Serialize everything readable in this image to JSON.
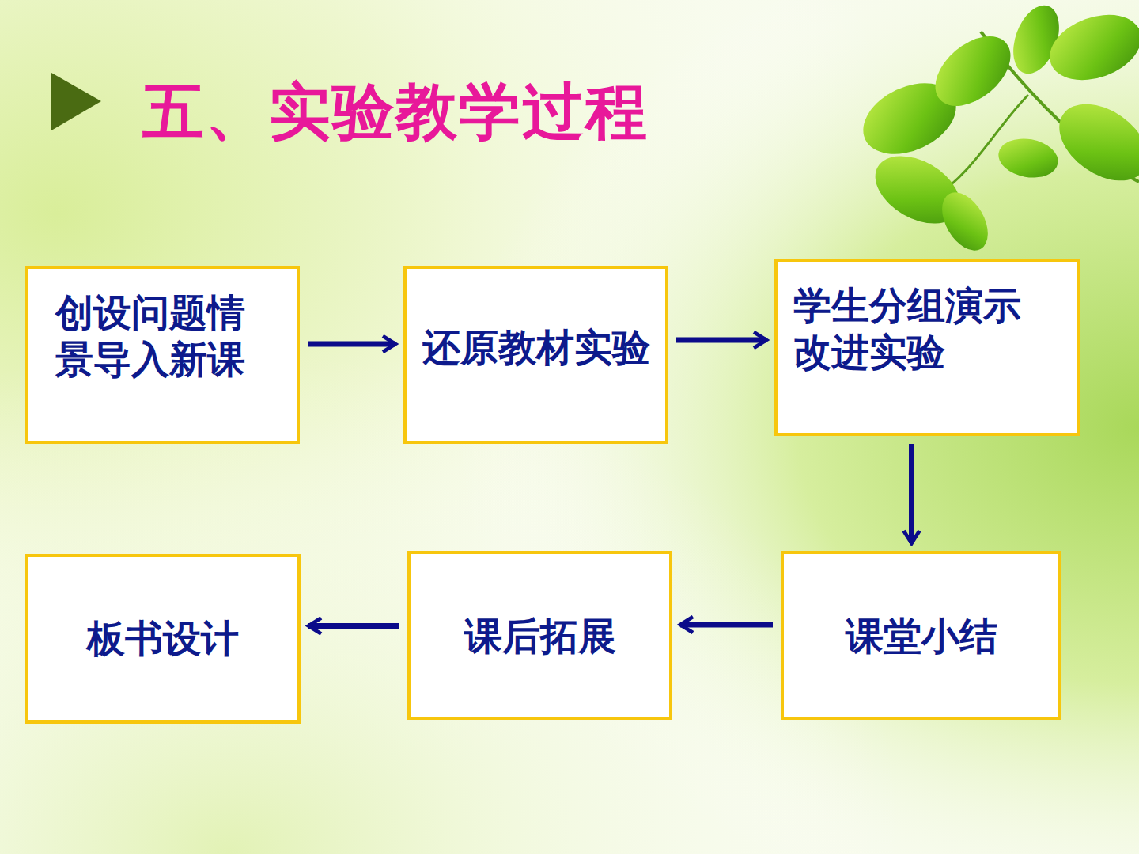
{
  "diagram": {
    "title": "五、实验教学过程",
    "nodes": [
      {
        "text": [
          "创设问题情 景导入新课"
        ]
      },
      {
        "text": [
          "还原教材实验"
        ]
      },
      {
        "text": [
          "学生分组演示 改进实验"
        ]
      },
      {
        "text": [
          "课堂小结"
        ]
      },
      {
        "text": [
          "课后拓展"
        ]
      },
      {
        "text": [
          "板书设计"
        ]
      }
    ],
    "edges": [
      {
        "from": 0,
        "to": 1,
        "arrow": "to"
      },
      {
        "from": 1,
        "to": 2,
        "arrow": "to"
      },
      {
        "from": 2,
        "to": 3,
        "arrow": "to"
      },
      {
        "from": 3,
        "to": 4,
        "arrow": "to"
      },
      {
        "from": 4,
        "to": 5,
        "arrow": "to"
      }
    ]
  }
}
